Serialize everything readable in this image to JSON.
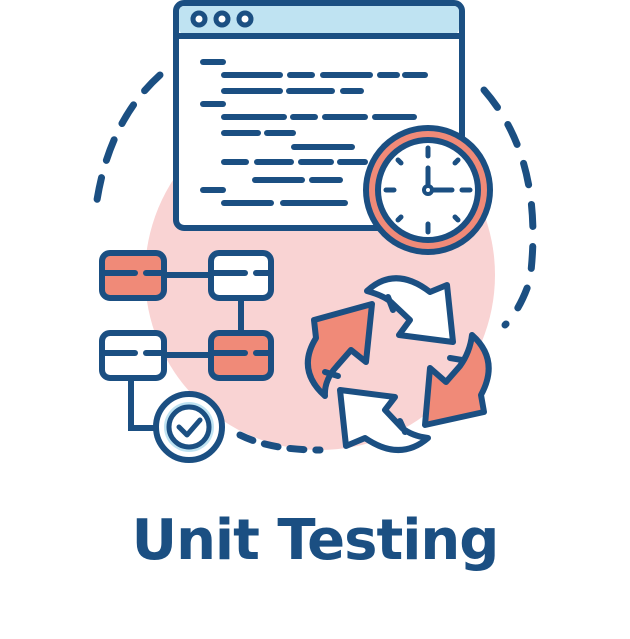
{
  "illustration": {
    "title": "Unit Testing",
    "elements": {
      "browser_window": {
        "icon": "code-window-icon",
        "dots": 3
      },
      "clock": {
        "icon": "clock-icon",
        "time": "3:00"
      },
      "flowchart": {
        "icon": "flowchart-icon",
        "nodes": 4
      },
      "check_badge": {
        "icon": "checkmark-icon"
      },
      "cycle_arrows": {
        "icon": "cycle-arrows-icon",
        "arrows": 4
      }
    }
  },
  "colors": {
    "navy": "#1b4f82",
    "coral": "#f08a78",
    "pink_bg": "#f9d3d3",
    "light_blue": "#bfe3f2",
    "white": "#ffffff"
  }
}
